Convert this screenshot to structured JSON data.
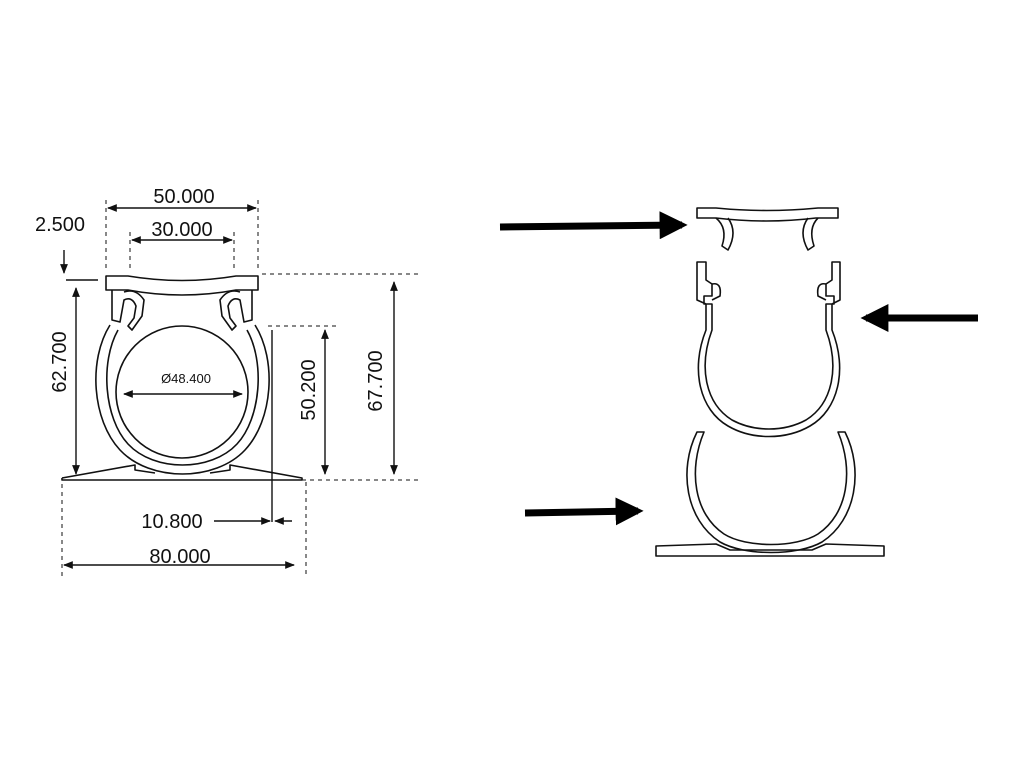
{
  "dimensions": {
    "width_top": "50.000",
    "width_inner": "30.000",
    "wall_thickness": "2.500",
    "height_body": "62.700",
    "diameter": "Ø48.400",
    "height_pipe": "50.200",
    "height_total": "67.700",
    "foot_offset": "10.800",
    "base_width": "80.000"
  },
  "colors": {
    "line": "#111111",
    "background": "#ffffff"
  },
  "icons": [
    "arrow-right-icon",
    "arrow-left-icon"
  ]
}
